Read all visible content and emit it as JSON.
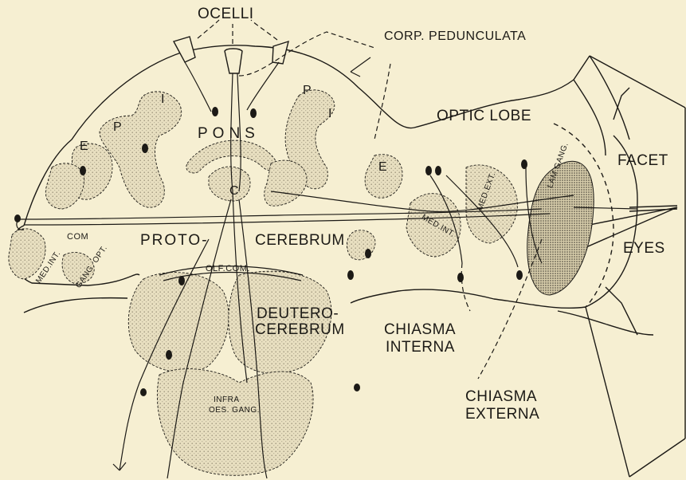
{
  "labels": {
    "ocelli": "OCELLI",
    "corp_pedunculata": "CORP. PEDUNCULATA",
    "optic_lobe": "OPTIC LOBE",
    "pons": "PONS",
    "facet": "FACET",
    "eyes": "EYES",
    "proto": "PROTO-",
    "cerebrum": "CEREBRUM",
    "com": "COM",
    "med_int": "MED.INT.",
    "gang_opt": "GANG. OPT.",
    "olf_com": "OLF.COM.",
    "deutero": "DEUTERO-",
    "deutero_cerebrum": "CEREBRUM",
    "infra": "INFRA",
    "oes_gang": "OES. GANG.",
    "chiasma_interna_1": "CHIASMA",
    "chiasma_interna_2": "INTERNA",
    "chiasma_externa_1": "CHIASMA",
    "chiasma_externa_2": "EXTERNA",
    "med_ext": "MED.EXT.",
    "lam_gang": "LAM.GANG.",
    "med_int_right": "MED.INT.",
    "p_left": "P",
    "i_left": "I",
    "e_left": "E",
    "p_right": "P",
    "i_right": "I",
    "e_right": "E",
    "c_center": "C"
  },
  "colors": {
    "background": "#f6efd2",
    "ink": "#1c1a16",
    "stipple": "#cfc7ad"
  }
}
